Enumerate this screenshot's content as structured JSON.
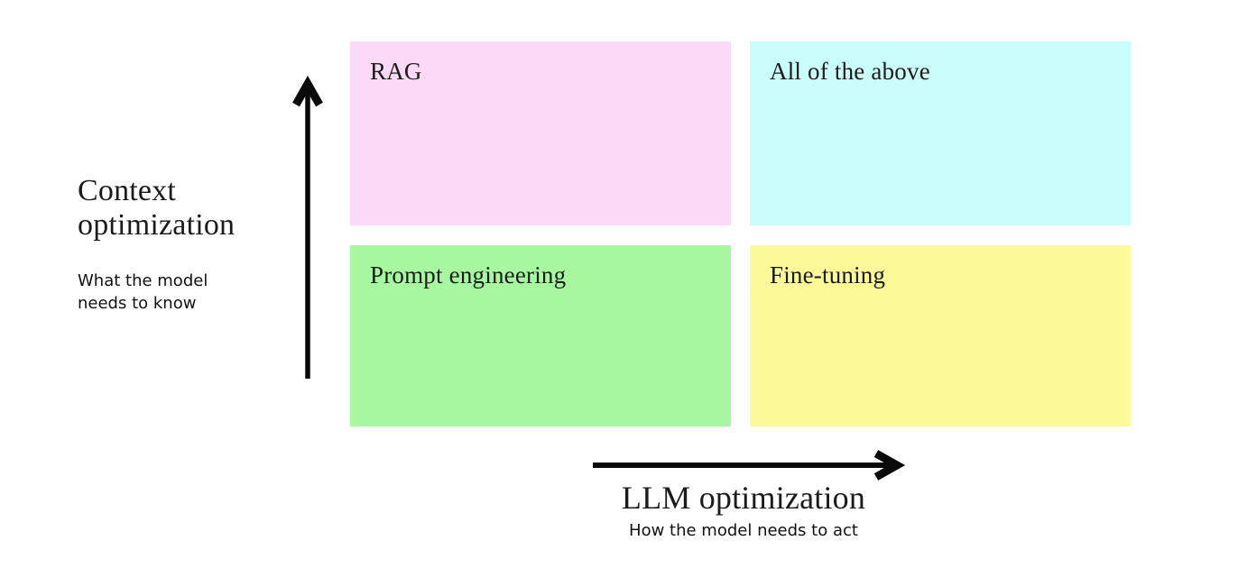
{
  "diagram": {
    "quadrants": [
      {
        "id": "top-left",
        "label": "RAG",
        "color": "#fcd9f7"
      },
      {
        "id": "top-right",
        "label": "All of the above",
        "color": "#c9fefb"
      },
      {
        "id": "bottom-left",
        "label": "Prompt engineering",
        "color": "#a8f8a2"
      },
      {
        "id": "bottom-right",
        "label": "Fine-tuning",
        "color": "#fcfa99"
      }
    ],
    "y_axis": {
      "title": "Context optimization",
      "subtitle": "What the model needs to know"
    },
    "x_axis": {
      "title": "LLM optimization",
      "subtitle": "How the model needs to act"
    },
    "text_color": "#1b1b1b",
    "arrow_color": "#0a0a0a"
  }
}
